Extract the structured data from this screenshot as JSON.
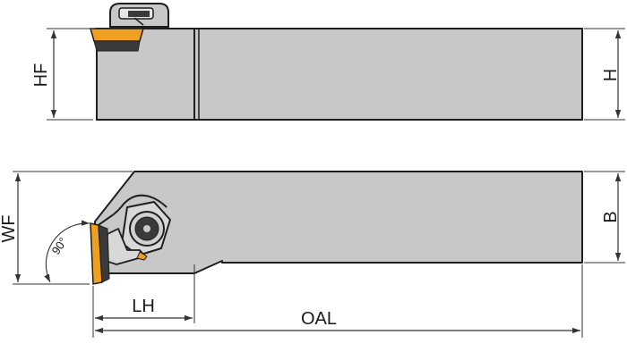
{
  "diagram": {
    "dimensions": {
      "hf": "HF",
      "h": "H",
      "wf": "WF",
      "b": "B",
      "lh": "LH",
      "oal": "OAL",
      "angle": "90°"
    },
    "colors": {
      "body_fill": "#c8c8c8",
      "outline": "#1f1f1f",
      "insert_orange": "#f0a020",
      "insert_dark": "#3a3a3a",
      "dimension_line": "#333333"
    }
  }
}
